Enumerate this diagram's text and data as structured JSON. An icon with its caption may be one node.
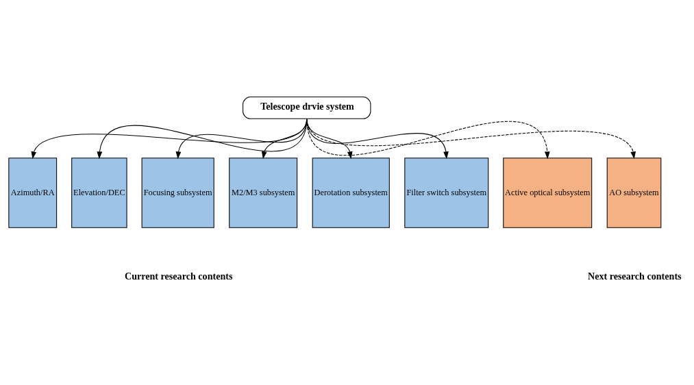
{
  "diagram": {
    "nodes": [
      {
        "text": [
          "Telescope drvie system"
        ]
      },
      {
        "text": [
          "Azimuth/RA"
        ]
      },
      {
        "text": [
          "Elevation/DEC"
        ]
      },
      {
        "text": [
          "Focusing subsystem"
        ]
      },
      {
        "text": [
          "M2/M3 subsystem"
        ]
      },
      {
        "text": [
          "Derotation subsystem"
        ]
      },
      {
        "text": [
          "Filter switch subsystem"
        ]
      },
      {
        "text": [
          "Active optical subsystem"
        ]
      },
      {
        "text": [
          "AO subsystem"
        ]
      }
    ],
    "edges": [
      {
        "from": 0,
        "to": 1,
        "arrow": "to"
      },
      {
        "from": 0,
        "to": 2,
        "arrow": "to"
      },
      {
        "from": 0,
        "to": 3,
        "arrow": "to"
      },
      {
        "from": 0,
        "to": 4,
        "arrow": "to"
      },
      {
        "from": 0,
        "to": 5,
        "arrow": "to"
      },
      {
        "from": 0,
        "to": 6,
        "arrow": "to"
      },
      {
        "from": 0,
        "to": 7,
        "arrow": "to",
        "style": "dashed"
      },
      {
        "from": 0,
        "to": 8,
        "arrow": "to",
        "style": "dashed"
      }
    ],
    "labels": [
      "Current research contents",
      "Next research contents"
    ]
  }
}
